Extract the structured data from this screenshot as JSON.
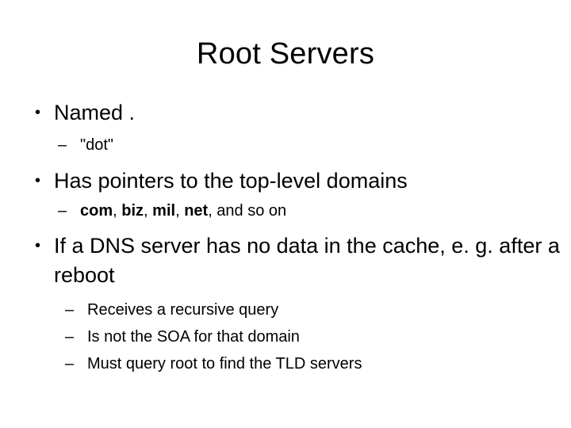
{
  "slide": {
    "title": "Root Servers",
    "background_color": "#ffffff",
    "text_color": "#000000",
    "bullet_marker": "•",
    "dash_marker": "–",
    "outline": [
      {
        "level": 1,
        "text": "Named ."
      },
      {
        "level": 2,
        "text": "\"dot\""
      },
      {
        "level": 1,
        "text": "Has pointers to the top-level domains"
      },
      {
        "level": 2,
        "rich": true,
        "parts": [
          {
            "text": "com",
            "bold": true
          },
          {
            "text": ", ",
            "bold": false
          },
          {
            "text": "biz",
            "bold": true
          },
          {
            "text": ", ",
            "bold": false
          },
          {
            "text": "mil",
            "bold": true
          },
          {
            "text": ", ",
            "bold": false
          },
          {
            "text": "net",
            "bold": true
          },
          {
            "text": ", and so on",
            "bold": false
          }
        ],
        "text": "com, biz, mil, net, and so on"
      },
      {
        "level": 1,
        "text": "If a DNS server has no data in the cache, e. g. after a reboot"
      },
      {
        "level": 2,
        "deep": true,
        "text": "Receives a recursive query"
      },
      {
        "level": 2,
        "deep": true,
        "text": "Is not the SOA for that domain"
      },
      {
        "level": 2,
        "deep": true,
        "text": "Must query root to find the TLD servers"
      }
    ]
  }
}
